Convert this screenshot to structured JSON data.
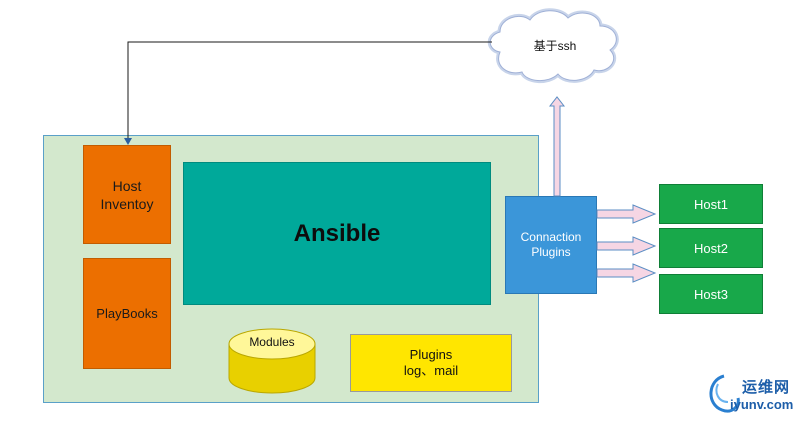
{
  "cloud": {
    "label": "基于ssh"
  },
  "core": {
    "label": "Ansible"
  },
  "host_inventory": {
    "line1": "Host",
    "line2": "Inventoy"
  },
  "playbooks": {
    "label": "PlayBooks"
  },
  "modules": {
    "label": "Modules"
  },
  "plugins": {
    "line1": "Plugins",
    "line2": "log、mail"
  },
  "connection_plugins": {
    "line1": "Connaction",
    "line2": "Plugins"
  },
  "hosts": [
    "Host1",
    "Host2",
    "Host3"
  ],
  "watermark": {
    "name": "运维网",
    "url": "iyunv.com"
  },
  "colors": {
    "container": "#d3e8cd",
    "core": "#00a99a",
    "orange": "#ec6f00",
    "yellow": "#ffe600",
    "connection": "#3b96d9",
    "host": "#18a84a",
    "arrow_fill": "#f6d6e4",
    "arrow_stroke": "#5b8ec4"
  }
}
